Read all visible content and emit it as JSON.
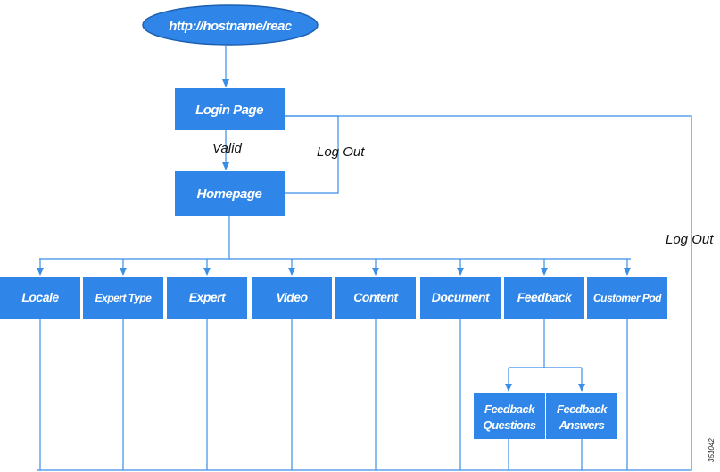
{
  "colors": {
    "node_fill": "#2f86e8",
    "line": "#3a8ee6",
    "text_on_node": "#ffffff"
  },
  "url": "http://hostname/reac",
  "login_page": "Login Page",
  "homepage": "Homepage",
  "edge_labels": {
    "valid": "Valid",
    "logout_1": "Log Out",
    "logout_2": "Log Out"
  },
  "modules": [
    "Locale",
    "Expert Type",
    "Expert",
    "Video",
    "Content",
    "Document",
    "Feedback",
    "Customer Pod"
  ],
  "feedback_children": [
    {
      "line1": "Feedback",
      "line2": "Questions"
    },
    {
      "line1": "Feedback",
      "line2": "Answers"
    }
  ],
  "figure_id": "351042"
}
